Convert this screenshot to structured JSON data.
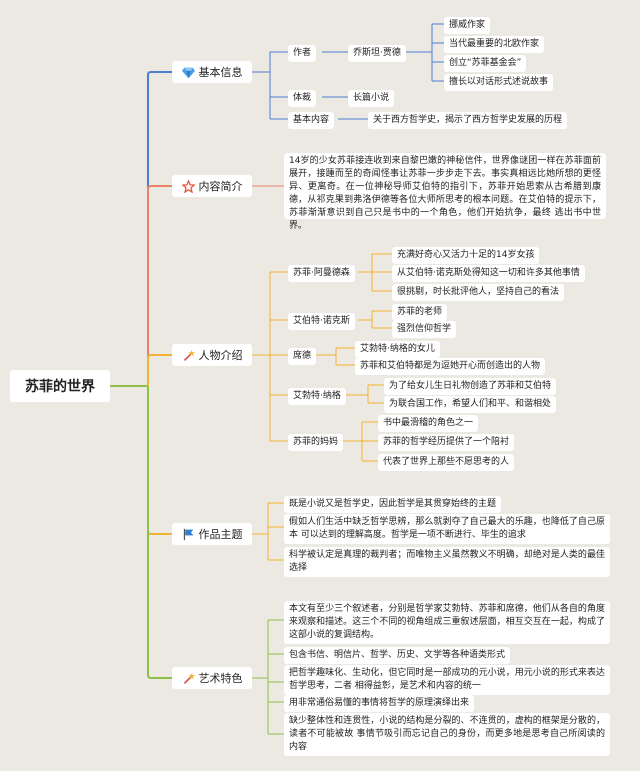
{
  "root": {
    "title": "苏菲的世界"
  },
  "colors": {
    "background": "#ece9e2",
    "basic_info": "#4a7fd1",
    "summary": "#e8836a",
    "characters": "#f2b233",
    "theme": "#f2b233",
    "art": "#8cc04b"
  },
  "basic_info": {
    "label": "基本信息",
    "icon": "gem-icon",
    "author_label": "作者",
    "author_name": "乔斯坦·贾德",
    "author_facts": [
      "挪威作家",
      "当代最重要的北欧作家",
      "创立“苏菲基金会”",
      "擅长以对话形式述说故事"
    ],
    "genre_label": "体裁",
    "genre_value": "长篇小说",
    "content_label": "基本内容",
    "content_value": "关于西方哲学史，揭示了西方哲学史发展的历程"
  },
  "summary": {
    "label": "内容简介",
    "icon": "star-icon",
    "text": "14岁的少女苏菲接连收到来自黎巴嫩的神秘信件，世界像谜团一样在苏菲面前展开，接踵而至的奇闻怪事让苏菲一步步走下去。事实真相远比她所想的更怪异、更离奇。在一位神秘导师艾伯特的指引下，苏菲开始思索从古希腊到康德，从祁克果到弗洛伊德等各位大师所思考的根本问题。在艾伯特的提示下，苏菲渐渐意识到自己只是书中的一个角色，他们开始抗争，最终 逃出书中世界。"
  },
  "characters": {
    "label": "人物介绍",
    "icon": "magic-wand-icon",
    "people": [
      {
        "name": "苏菲·阿曼德森",
        "notes": [
          "充满好奇心又活力十足的14岁女孩",
          "从艾伯特·诺克斯处得知这一切和许多其他事情",
          "很挑剔，时长批评他人，坚持自己的看法"
        ]
      },
      {
        "name": "艾伯特·诺克斯",
        "notes": [
          "苏菲的老师",
          "强烈信仰哲学"
        ]
      },
      {
        "name": "席德",
        "notes": [
          "艾勃特·纳格的女儿",
          "苏菲和艾伯特都是为逗她开心而创造出的人物"
        ]
      },
      {
        "name": "艾勃特·纳格",
        "notes": [
          "为了给女儿生日礼物创造了苏菲和艾伯特",
          "为联合国工作，希望人们和平、和谐相处"
        ]
      },
      {
        "name": "苏菲的妈妈",
        "notes": [
          "书中最滑稽的角色之一",
          "苏菲的哲学经历提供了一个陪衬",
          "代表了世界上那些不愿思考的人"
        ]
      }
    ]
  },
  "theme": {
    "label": "作品主题",
    "icon": "flag-icon",
    "items": [
      "既是小说又是哲学史，因此哲学是其贯穿始终的主题",
      "假如人们生活中缺乏哲学思辨，那么就剥夺了自己最大的乐趣，也降低了自己原本 可以达到的理解高度。哲学是一项不断进行、毕生的追求",
      "科学被认定是真理的裁判者；而唯物主义虽然教义不明确，却绝对是人类的最佳选择"
    ]
  },
  "art": {
    "label": "艺术特色",
    "icon": "magic-wand-icon",
    "items": [
      "本文有至少三个叙述者，分别是哲学家艾勃特、苏菲和席德，他们从各自的角度来观察和描述。这三个不同的视角组成三重叙述层面，相互交互在一起，构成了这部小说的复调结构。",
      "包含书信、明信片、哲学、历史、文学等各种语类形式",
      "把哲学趣味化、生动化，但它同时是一部成功的元小说，用元小说的形式来表达哲学思考，二者 相得益彰，是艺术和内容的统一",
      "用非常通俗易懂的事情将哲学的原理演绎出来",
      "缺少整体性和连贯性，小说的结构是分裂的、不连贯的，虚构的框架是分散的，读者不可能被故 事情节吸引而忘记自己的身份，而更多地是思考自己所阅读的内容"
    ]
  }
}
